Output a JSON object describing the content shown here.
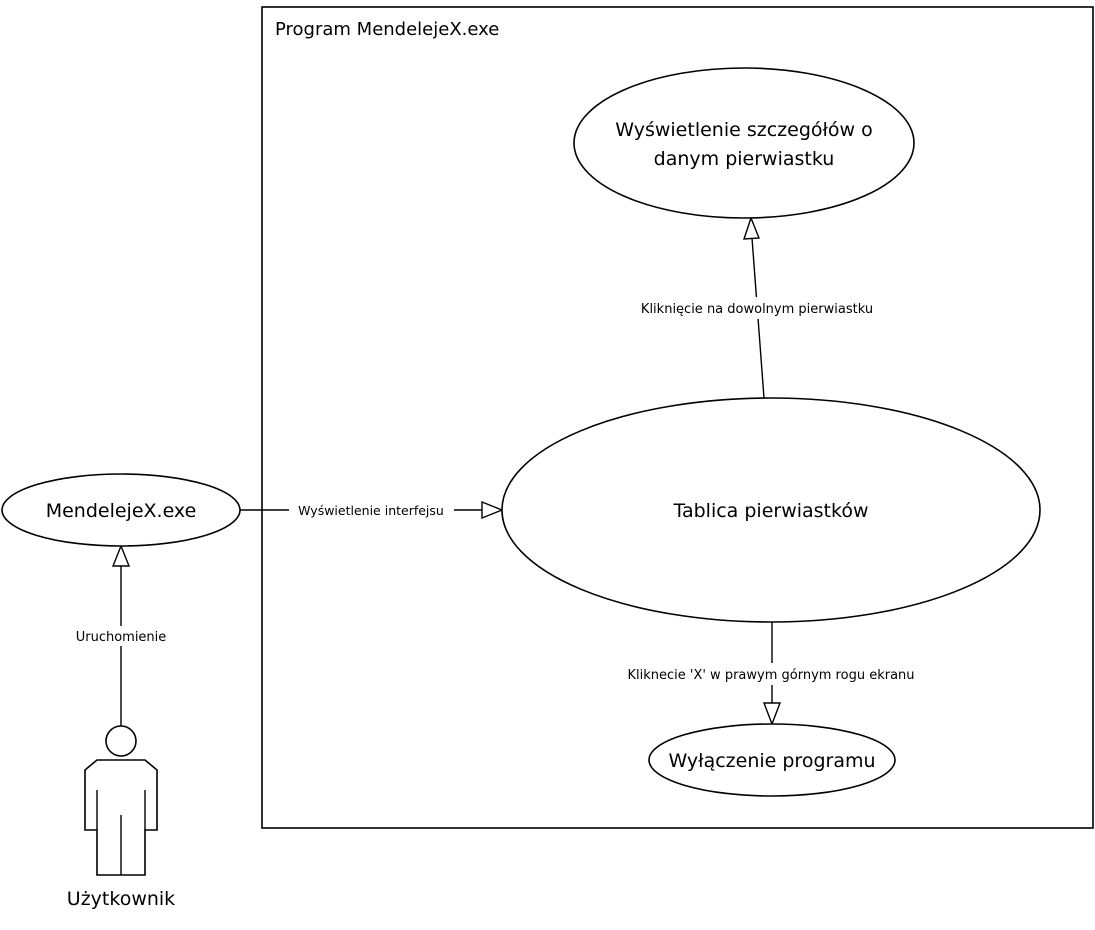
{
  "system": {
    "label": "Program MendelejeX.exe"
  },
  "actor": {
    "label": "Użytkownik",
    "icon": "stick-figure-actor-icon"
  },
  "use_cases": {
    "launcher": {
      "label": "MendelejeX.exe"
    },
    "details": {
      "line1": "Wyświetlenie szczegółów o",
      "line2": "danym pierwiastku"
    },
    "table": {
      "label": "Tablica pierwiastków"
    },
    "exit": {
      "label": "Wyłączenie programu"
    }
  },
  "relations": {
    "run": {
      "label": "Uruchomienie"
    },
    "show_interface": {
      "label": "Wyświetlenie interfejsu"
    },
    "click_element": {
      "label": "Kliknięcie na dowolnym pierwiastku"
    },
    "click_x": {
      "label": "Kliknecie 'X' w prawym górnym rogu ekranu"
    }
  },
  "colors": {
    "stroke": "#000000",
    "background": "#ffffff"
  }
}
